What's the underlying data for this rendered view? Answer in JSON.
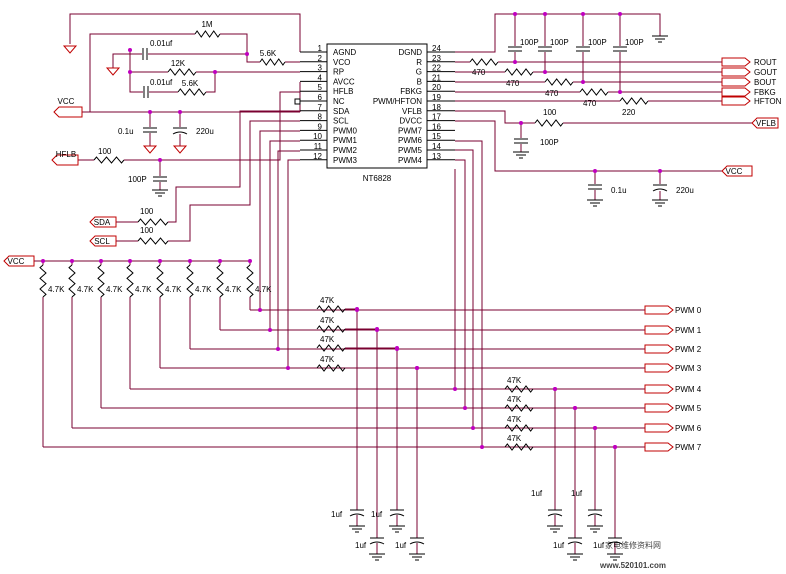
{
  "chip": {
    "name": "NT6828",
    "left_pins": [
      {
        "num": "1",
        "name": "AGND"
      },
      {
        "num": "2",
        "name": "VCO"
      },
      {
        "num": "3",
        "name": "RP"
      },
      {
        "num": "4",
        "name": "AVCC"
      },
      {
        "num": "5",
        "name": "HFLB"
      },
      {
        "num": "6",
        "name": "NC"
      },
      {
        "num": "7",
        "name": "SDA"
      },
      {
        "num": "8",
        "name": "SCL"
      },
      {
        "num": "9",
        "name": "PWM0"
      },
      {
        "num": "10",
        "name": "PWM1"
      },
      {
        "num": "11",
        "name": "PWM2"
      },
      {
        "num": "12",
        "name": "PWM3"
      }
    ],
    "right_pins": [
      {
        "num": "24",
        "name": "DGND"
      },
      {
        "num": "23",
        "name": "R"
      },
      {
        "num": "22",
        "name": "G"
      },
      {
        "num": "21",
        "name": "B"
      },
      {
        "num": "20",
        "name": "FBKG"
      },
      {
        "num": "19",
        "name": "PWM/HFTON"
      },
      {
        "num": "18",
        "name": "VFLB"
      },
      {
        "num": "17",
        "name": "DVCC"
      },
      {
        "num": "16",
        "name": "PWM7"
      },
      {
        "num": "15",
        "name": "PWM6"
      },
      {
        "num": "14",
        "name": "PWM5"
      },
      {
        "num": "13",
        "name": "PWM4"
      }
    ]
  },
  "ports": {
    "vcc_left": "VCC",
    "vcc_right": "VCC",
    "vcc_bus": "VCC",
    "hflb": "HFLB",
    "sda": "SDA",
    "scl": "SCL",
    "rout": "ROUT",
    "gout": "GOUT",
    "bout": "BOUT",
    "fbkg": "FBKG",
    "hfton": "HFTON",
    "vflb": "VFLB",
    "pwm": [
      "PWM 0",
      "PWM 1",
      "PWM 2",
      "PWM 3",
      "PWM 4",
      "PWM 5",
      "PWM 6",
      "PWM 7"
    ]
  },
  "components": {
    "r_1m": "1M",
    "c_001_top": "0.01uf",
    "r_56k_vco": "5.6K",
    "r_12k": "12K",
    "c_001_bottom": "0.01uf",
    "r_56k_rp": "5.6K",
    "c_01u_left": "0.1u",
    "c_220u_left": "220u",
    "r_hflb": "100",
    "c_hflb": "100P",
    "r_sda": "100",
    "r_scl": "100",
    "c_rgb": [
      "100P",
      "100P",
      "100P",
      "100P"
    ],
    "r_rgb": [
      "470",
      "470",
      "470",
      "470",
      "220"
    ],
    "r_vflb": "100",
    "c_vflb": "100P",
    "c_01u_right": "0.1u",
    "c_220u_right": "220u",
    "r_pullups": [
      "4.7K",
      "4.7K",
      "4.7K",
      "4.7K",
      "4.7K",
      "4.7K",
      "4.7K",
      "4.7K"
    ],
    "r_pwm": [
      "47K",
      "47K",
      "47K",
      "47K",
      "47K",
      "47K",
      "47K",
      "47K"
    ],
    "c_pwm": [
      "1uf",
      "1uf",
      "1uf",
      "1uf",
      "1uf",
      "1uf",
      "1uf",
      "1uf"
    ]
  },
  "watermark": {
    "line1": "家电维修资料网",
    "line2": "www.520101.com"
  },
  "colors": {
    "wire": "#7a0030",
    "port": "#c00000",
    "junction": "#c000c0",
    "watermark": "#3060c0"
  }
}
